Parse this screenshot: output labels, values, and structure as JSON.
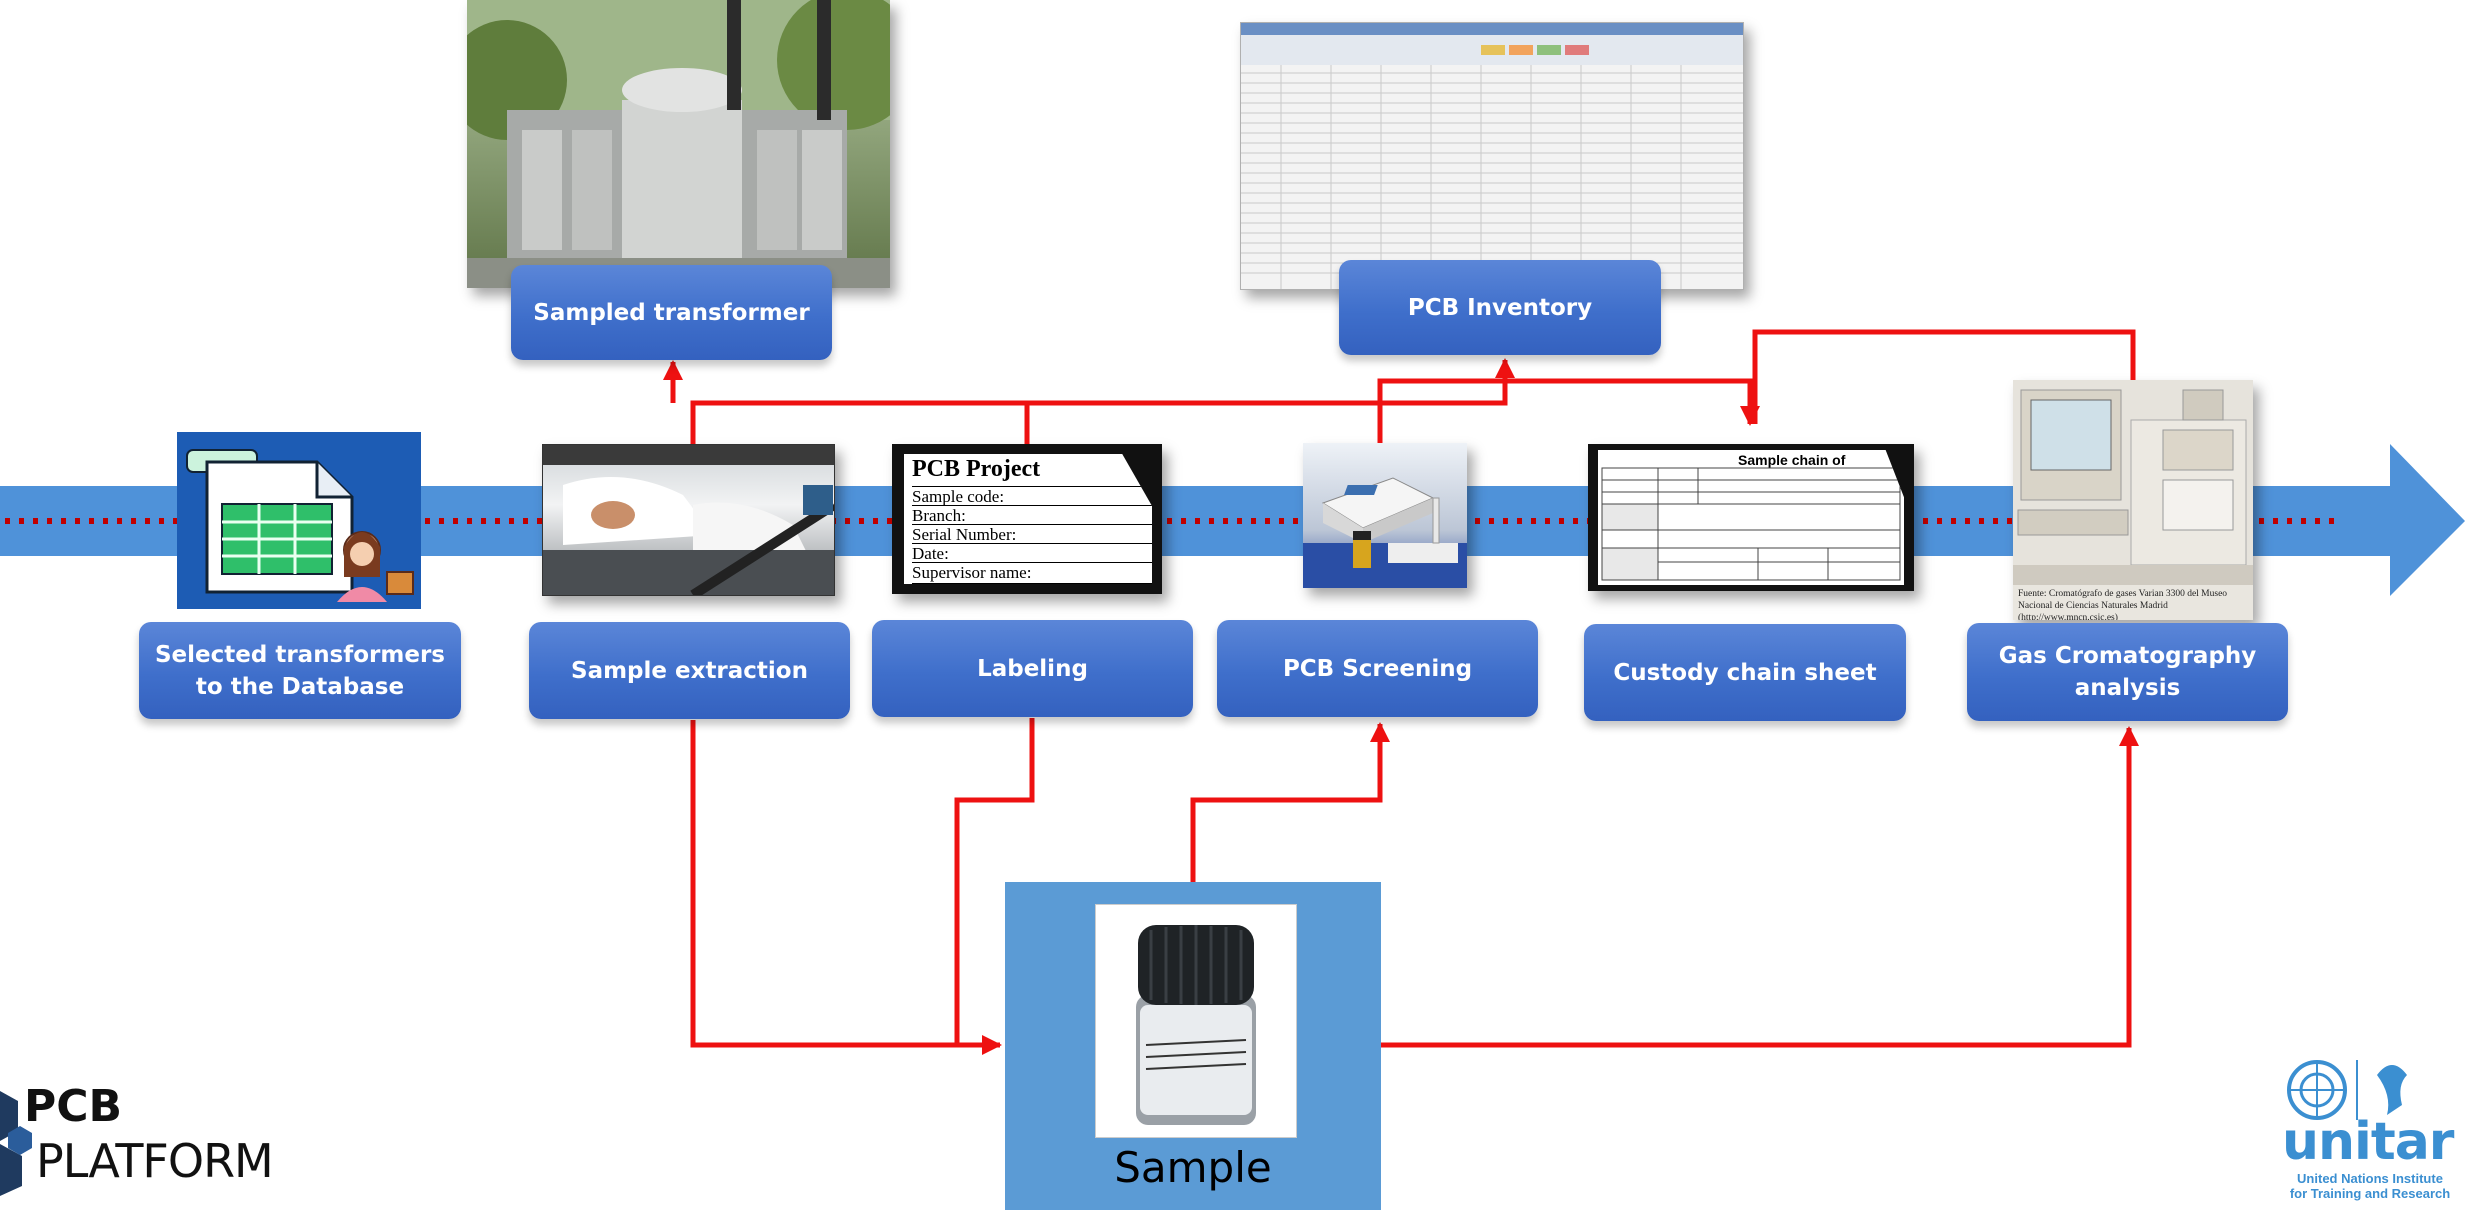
{
  "steps": {
    "selected": "Selected transformers to the Database",
    "extraction": "Sample extraction",
    "labeling": "Labeling",
    "screening": "PCB Screening",
    "custody": "Custody chain sheet",
    "gc": "Gas Cromatography analysis",
    "sampled_transformer": "Sampled transformer",
    "inventory": "PCB Inventory",
    "sample": "Sample"
  },
  "label_card": {
    "title": "PCB Project",
    "lines": [
      "Sample code:",
      "Branch:",
      "Serial Number:",
      "Date:",
      "Supervisor name:"
    ]
  },
  "custody_sheet": {
    "title": "Sample chain of"
  },
  "gc_caption": "Fuente: Cromatógrafo de gases Varian 3300 del Museo Nacional de Ciencias Naturales Madrid (http://www.mncn.csic.es)",
  "logo_left": {
    "line1": "PCB",
    "line2": "PLATFORM"
  },
  "logo_right": {
    "name": "unitar",
    "tagline1": "United Nations Institute",
    "tagline2": "for Training and Research"
  },
  "colors": {
    "arrow_blue": "#4f92d9",
    "button_blue": "#4472c4",
    "connector_red": "#ee1111",
    "dots_red": "#c00000"
  }
}
